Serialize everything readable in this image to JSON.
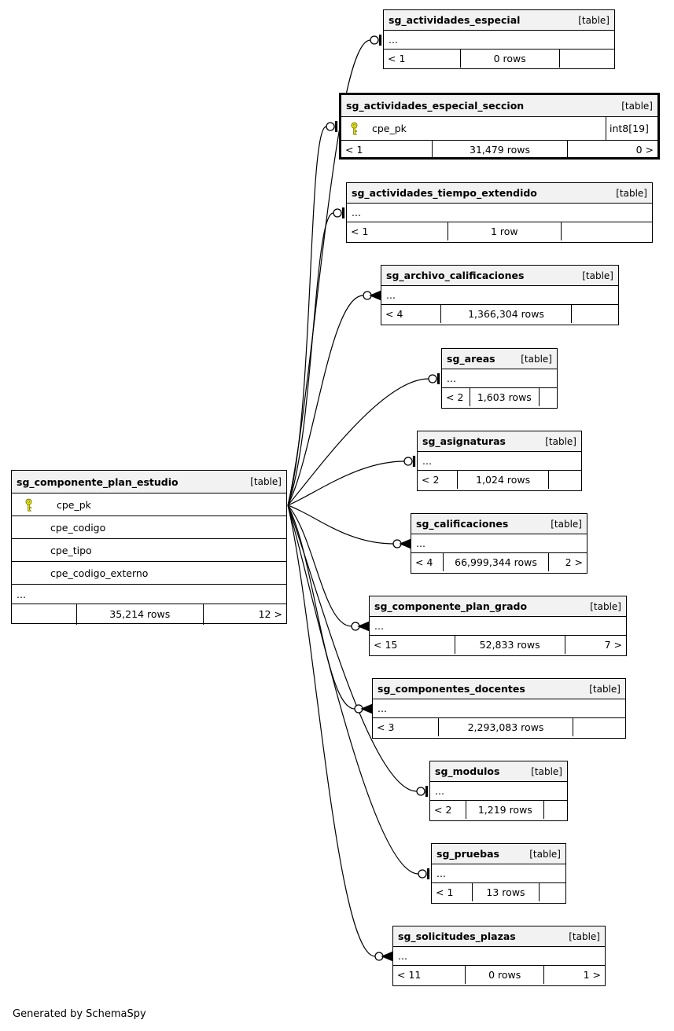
{
  "diagram": {
    "generator_note": "Generated by SchemaSpy",
    "main_table": {
      "name": "sg_componente_plan_estudio",
      "type_label": "[table]",
      "columns": [
        {
          "name": "cpe_pk",
          "key": true
        },
        {
          "name": "cpe_codigo",
          "key": false
        },
        {
          "name": "cpe_tipo",
          "key": false
        },
        {
          "name": "cpe_codigo_externo",
          "key": false
        }
      ],
      "ellipsis": "...",
      "footer": {
        "left": "",
        "center": "35,214 rows",
        "right": "12 >"
      }
    },
    "related_tables": [
      {
        "name": "sg_actividades_especial",
        "type_label": "[table]",
        "ellipsis": "...",
        "footer": {
          "left": "< 1",
          "center": "0 rows",
          "right": ""
        },
        "cardinality_glyph": "circle-bar"
      },
      {
        "name": "sg_actividades_especial_seccion",
        "type_label": "[table]",
        "highlighted": true,
        "column": {
          "name": "cpe_pk",
          "key": true,
          "type": "int8[19]"
        },
        "footer": {
          "left": "< 1",
          "center": "31,479 rows",
          "right": "0 >"
        },
        "cardinality_glyph": "circle-bar"
      },
      {
        "name": "sg_actividades_tiempo_extendido",
        "type_label": "[table]",
        "ellipsis": "...",
        "footer": {
          "left": "< 1",
          "center": "1 row",
          "right": ""
        },
        "cardinality_glyph": "circle-bar"
      },
      {
        "name": "sg_archivo_calificaciones",
        "type_label": "[table]",
        "ellipsis": "...",
        "footer": {
          "left": "< 4",
          "center": "1,366,304 rows",
          "right": ""
        },
        "cardinality_glyph": "circle-arrow"
      },
      {
        "name": "sg_areas",
        "type_label": "[table]",
        "ellipsis": "...",
        "footer": {
          "left": "< 2",
          "center": "1,603 rows",
          "right": ""
        },
        "cardinality_glyph": "circle-bar"
      },
      {
        "name": "sg_asignaturas",
        "type_label": "[table]",
        "ellipsis": "...",
        "footer": {
          "left": "< 2",
          "center": "1,024 rows",
          "right": ""
        },
        "cardinality_glyph": "circle-bar"
      },
      {
        "name": "sg_calificaciones",
        "type_label": "[table]",
        "ellipsis": "...",
        "footer": {
          "left": "< 4",
          "center": "66,999,344 rows",
          "right": "2 >"
        },
        "cardinality_glyph": "circle-arrow"
      },
      {
        "name": "sg_componente_plan_grado",
        "type_label": "[table]",
        "ellipsis": "...",
        "footer": {
          "left": "< 15",
          "center": "52,833 rows",
          "right": "7 >"
        },
        "cardinality_glyph": "circle-arrow"
      },
      {
        "name": "sg_componentes_docentes",
        "type_label": "[table]",
        "ellipsis": "...",
        "footer": {
          "left": "< 3",
          "center": "2,293,083 rows",
          "right": ""
        },
        "cardinality_glyph": "circle-arrow"
      },
      {
        "name": "sg_modulos",
        "type_label": "[table]",
        "ellipsis": "...",
        "footer": {
          "left": "< 2",
          "center": "1,219 rows",
          "right": ""
        },
        "cardinality_glyph": "circle-bar"
      },
      {
        "name": "sg_pruebas",
        "type_label": "[table]",
        "ellipsis": "...",
        "footer": {
          "left": "< 1",
          "center": "13 rows",
          "right": ""
        },
        "cardinality_glyph": "circle-bar"
      },
      {
        "name": "sg_solicitudes_plazas",
        "type_label": "[table]",
        "ellipsis": "...",
        "footer": {
          "left": "< 11",
          "center": "0 rows",
          "right": "1 >"
        },
        "cardinality_glyph": "circle-arrow"
      }
    ],
    "colors": {
      "key_yellow": "#eded00",
      "key_outline": "#7a7a00",
      "header_bg": "#f2f2f2",
      "line": "#000000"
    }
  }
}
